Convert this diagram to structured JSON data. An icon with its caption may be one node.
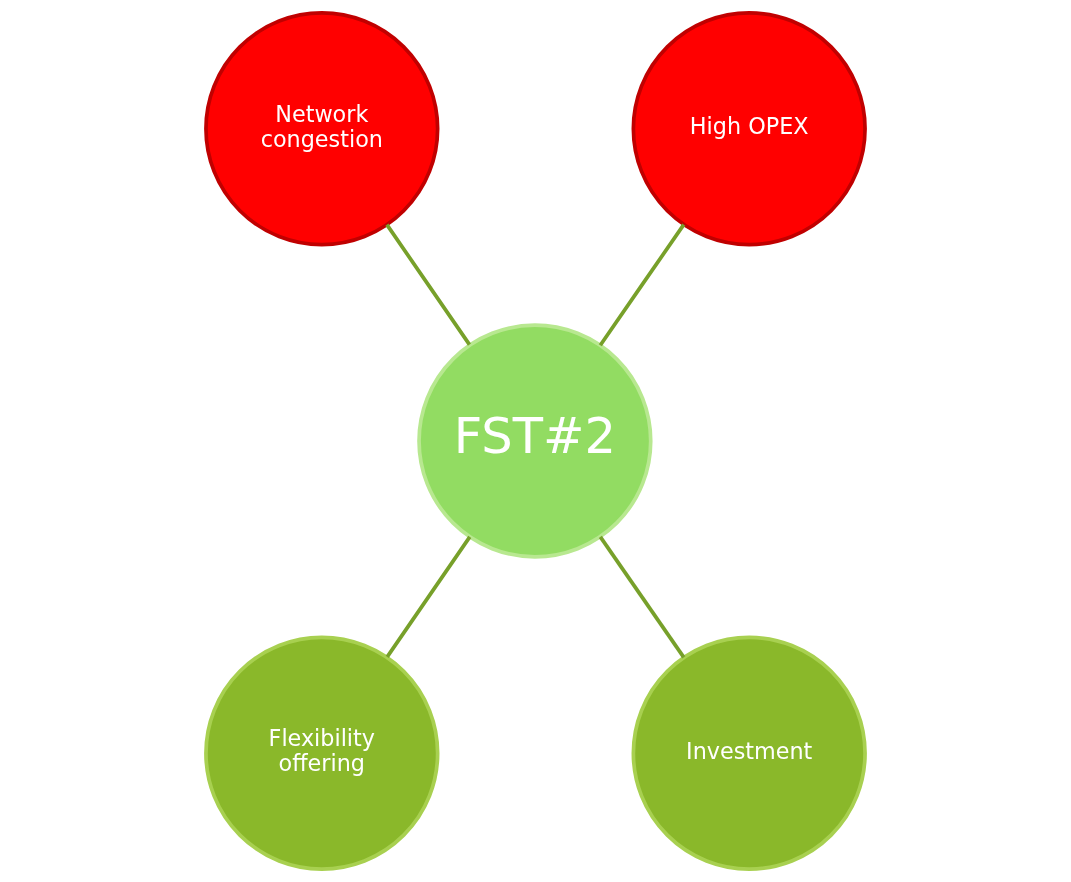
{
  "diagram": {
    "nodes": [
      {
        "text": [
          "Network congestion"
        ]
      },
      {
        "text": [
          "High OPEX"
        ]
      },
      {
        "text": [
          "FST#2"
        ]
      },
      {
        "text": [
          "Flexibility offering"
        ]
      },
      {
        "text": [
          "Investment"
        ]
      }
    ],
    "edges": [
      {
        "from": 0,
        "to": 2,
        "arrow": "none"
      },
      {
        "from": 1,
        "to": 2,
        "arrow": "none"
      },
      {
        "from": 2,
        "to": 3,
        "arrow": "none"
      },
      {
        "from": 2,
        "to": 4,
        "arrow": "none"
      }
    ]
  }
}
